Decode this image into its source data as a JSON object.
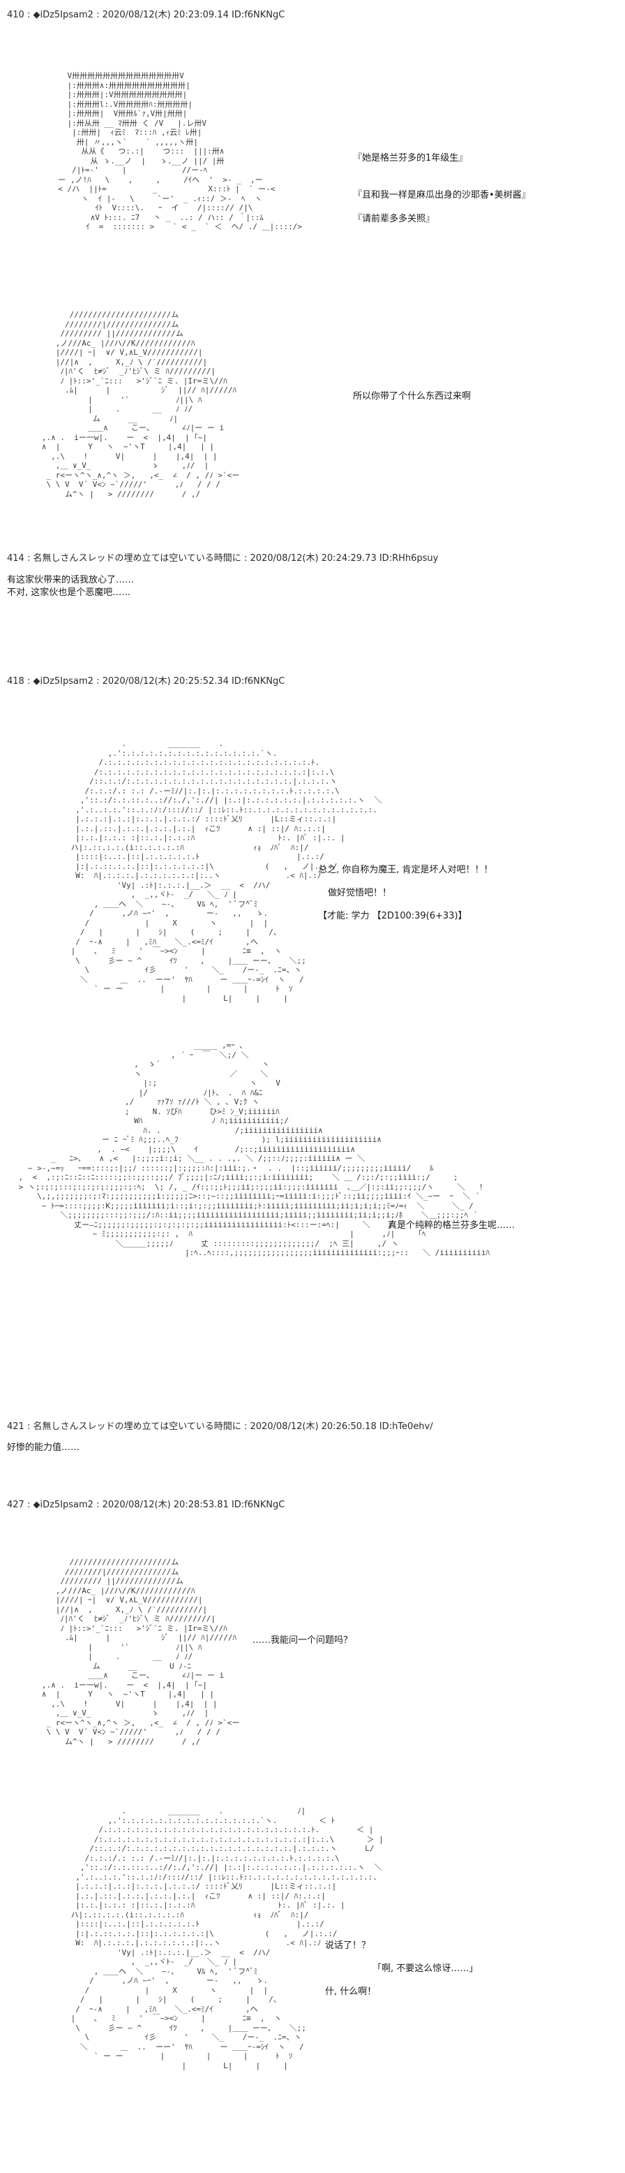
{
  "posts": [
    {
      "header": "410 : ◆iDz5Ipsam2 : 2020/08/12(木) 20:23:09.14 ID:f6NKNgC",
      "lines": [
        "『她是格兰芬多的1年级生』",
        "『且和我一样是麻瓜出身的沙耶香•美树酱』",
        "『请前辈多多关照』",
        "所以你带了个什么东西过来啊"
      ]
    },
    {
      "header": "414 : 名無しさんスレッドの埋め立ては空いている時間に : 2020/08/12(木) 20:24:29.73 ID:RHh6psuy",
      "lines": [
        "有这家伙带来的话我放心了……",
        "不对, 这家伙也是个恶魔吧……"
      ]
    },
    {
      "header": "418 : ◆iDz5Ipsam2 : 2020/08/12(木) 20:25:52.34 ID:f6NKNgC",
      "lines": [
        "总之, 你自称为魔王, 肯定是坏人对吧！！！",
        "做好觉悟吧！！",
        "【才能: 学力 【2D100:39(6+33)】",
        "真是个纯粹的格兰芬多生呢……"
      ]
    },
    {
      "header": "421 : 名無しさんスレッドの埋め立ては空いている時間に : 2020/08/12(木) 20:26:50.18 ID:hTe0ehv/",
      "lines": [
        "好惨的能力值……"
      ]
    },
    {
      "header": "427 : ◆iDz5Ipsam2 : 2020/08/12(木) 20:28:53.81 ID:f6NKNgC",
      "lines": [
        "……我能问一个问题吗？",
        "说话了！？",
        "「啊, 不要这么惊讶……」",
        "什, 什么啊！"
      ]
    }
  ]
}
